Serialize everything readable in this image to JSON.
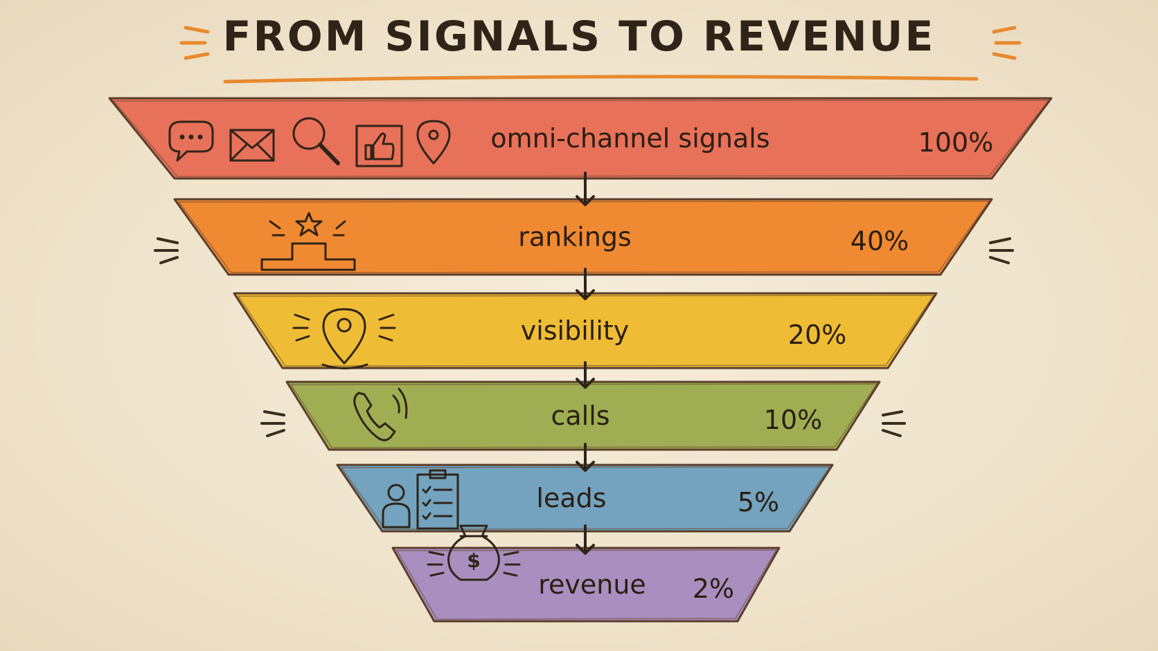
{
  "title": "FROM SIGNALS TO REVENUE",
  "stages": [
    {
      "label": "omni-channel signals",
      "percent": "100%",
      "color": "#e8715a",
      "icons": [
        "chat-bubble-icon",
        "envelope-icon",
        "magnifier-icon",
        "thumbs-up-icon",
        "map-pin-icon"
      ]
    },
    {
      "label": "rankings",
      "percent": "40%",
      "color": "#f08a32",
      "icons": [
        "podium-star-icon"
      ]
    },
    {
      "label": "visibility",
      "percent": "20%",
      "color": "#efbd35",
      "icons": [
        "location-pin-icon"
      ]
    },
    {
      "label": "calls",
      "percent": "10%",
      "color": "#9fae52",
      "icons": [
        "phone-icon"
      ]
    },
    {
      "label": "leads",
      "percent": "5%",
      "color": "#73a3bf",
      "icons": [
        "person-clipboard-icon"
      ]
    },
    {
      "label": "revenue",
      "percent": "2%",
      "color": "#a98fbf",
      "icons": [
        "money-bag-icon"
      ]
    }
  ],
  "colors": {
    "background": "#f1e6d1",
    "ink": "#2a1e12",
    "title_underline": "#e8892e",
    "accent_marks": "#e8892e"
  }
}
